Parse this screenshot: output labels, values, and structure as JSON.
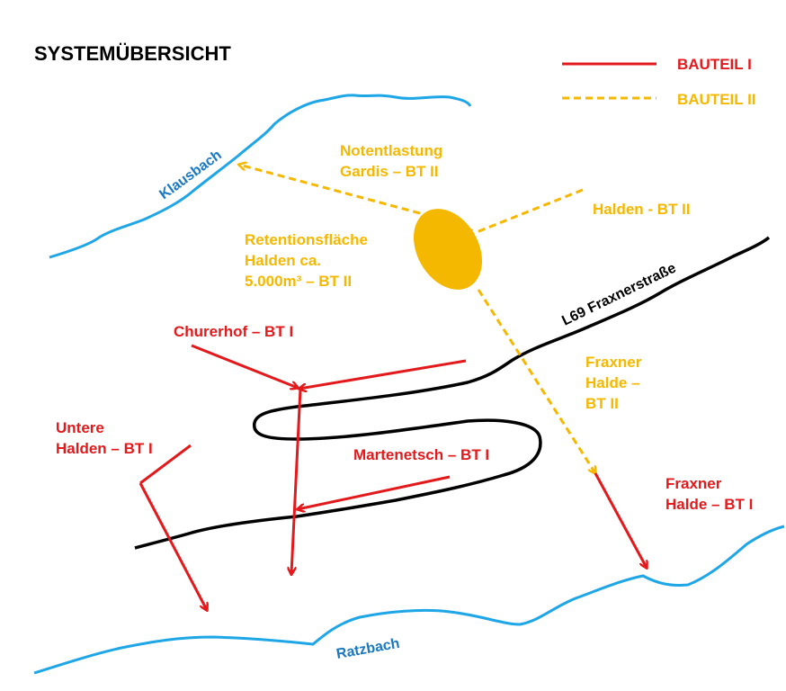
{
  "title": "SYSTEMÜBERSICHT",
  "legend": {
    "bauteil1": "BAUTEIL I",
    "bauteil2": "BAUTEIL II"
  },
  "colors": {
    "bauteil1": "#e3191c",
    "bauteil2": "#f5b800",
    "creek": "#1ea6e6",
    "road": "#000000"
  },
  "labels": {
    "notentlastung": [
      "Notentlastung",
      "Gardis – BT II"
    ],
    "halden_bt2": "Halden  - BT II",
    "retention": [
      "Retentionsfläche",
      "Halden ca.",
      "5.000m³ – BT II"
    ],
    "fraxner_halde_bt2": [
      "Fraxner",
      "Halde –",
      "BT II"
    ],
    "churerhof": "Churerhof – BT I",
    "untere_halden": [
      "Untere",
      "Halden – BT I"
    ],
    "martenetsch": "Martenetsch – BT I",
    "fraxner_halde_bt1": [
      "Fraxner",
      "Halde – BT I"
    ],
    "road": "L69 Fraxnerstraße",
    "klausbach": "Klausbach",
    "ratzbach": "Ratzbach"
  }
}
